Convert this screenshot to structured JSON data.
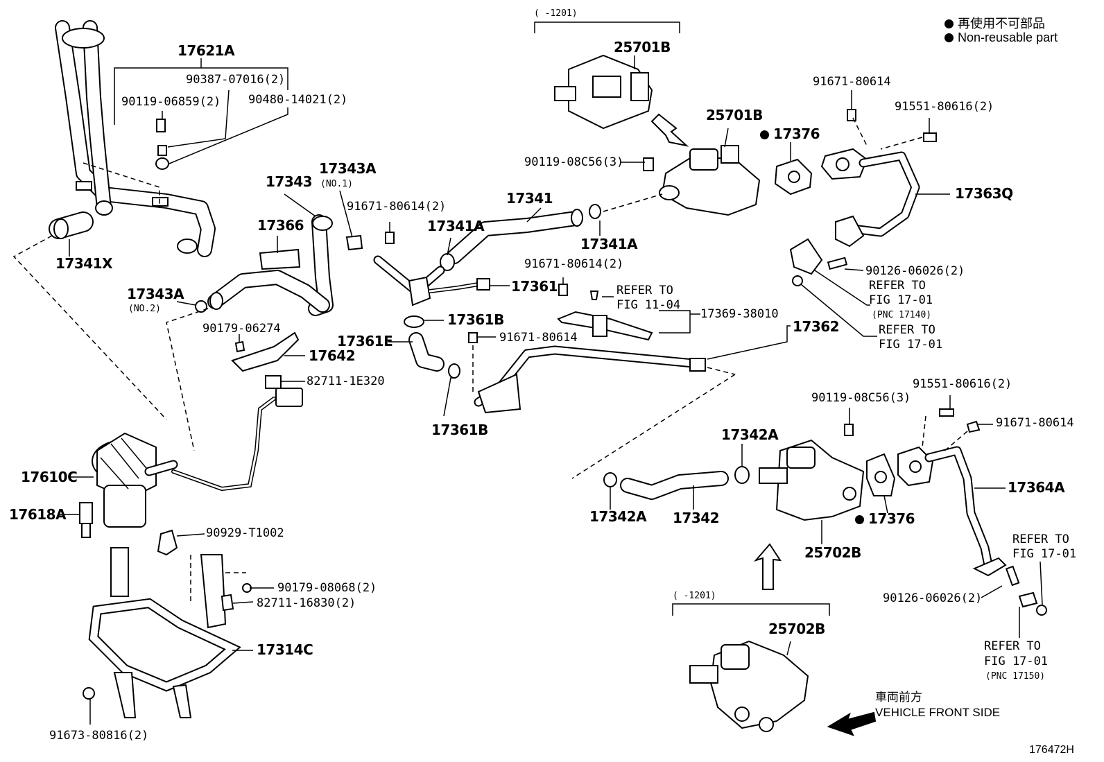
{
  "legend": {
    "jp": "再使用不可部品",
    "en": "Non-reusable part"
  },
  "diagram_id": "176472H",
  "direction": {
    "jp": "車両前方",
    "en": "VEHICLE FRONT SIDE"
  },
  "ranges": {
    "top": "(     -1201)",
    "bottom": "(     -1201)"
  },
  "parts": {
    "p17621A": "17621A",
    "p90387": "90387-07016(2)",
    "p90119_06859": "90119-06859(2)",
    "p90480": "90480-14021(2)",
    "p17341X": "17341X",
    "p17343": "17343",
    "p17343A1": "17343A",
    "p17343A1_note": "(NO.1)",
    "p17366": "17366",
    "p17343A2": "17343A",
    "p17343A2_note": "(NO.2)",
    "p90179_06274": "90179-06274",
    "p17642": "17642",
    "p82711_1E320": "82711-1E320",
    "p17610C": "17610C",
    "p17618A": "17618A",
    "p90929": "90929-T1002",
    "p90179_08068": "90179-08068(2)",
    "p82711_16830": "82711-16830(2)",
    "p17314C": "17314C",
    "p91673": "91673-80816(2)",
    "p25701B_top": "25701B",
    "p25701B": "25701B",
    "p90119_08C56_a": "90119-08C56(3)",
    "p17341": "17341",
    "p91671_a": "91671-80614(2)",
    "p17341A_a": "17341A",
    "p17341A_b": "17341A",
    "p17361": "17361",
    "p91671_b": "91671-80614(2)",
    "p17361B_a": "17361B",
    "p17361E": "17361E",
    "p91671_c": "91671-80614",
    "p17361B_b": "17361B",
    "p17369": "17369-38010",
    "p17362": "17362",
    "p17376_a": "17376",
    "p91671_d": "91671-80614",
    "p91551_a": "91551-80616(2)",
    "p17363Q": "17363Q",
    "p90126_a": "90126-06026(2)",
    "p90119_08C56_b": "90119-08C56(3)",
    "p91551_b": "91551-80616(2)",
    "p91671_e": "91671-80614",
    "p17342A_a": "17342A",
    "p17342A_b": "17342A",
    "p17342": "17342",
    "p17376_b": "17376",
    "p25702B_a": "25702B",
    "p17364A": "17364A",
    "p90126_b": "90126-06026(2)",
    "p25702B_b": "25702B"
  },
  "refs": {
    "r1_a": "REFER TO",
    "r1_b": "FIG 11-04",
    "r2_a": "REFER TO",
    "r2_b": "FIG 17-01",
    "r2_c": "(PNC 17140)",
    "r3_a": "REFER TO",
    "r3_b": "FIG 17-01",
    "r4_a": "REFER TO",
    "r4_b": "FIG 17-01",
    "r5_a": "REFER TO",
    "r5_b": "FIG 17-01",
    "r5_c": "(PNC 17150)"
  }
}
